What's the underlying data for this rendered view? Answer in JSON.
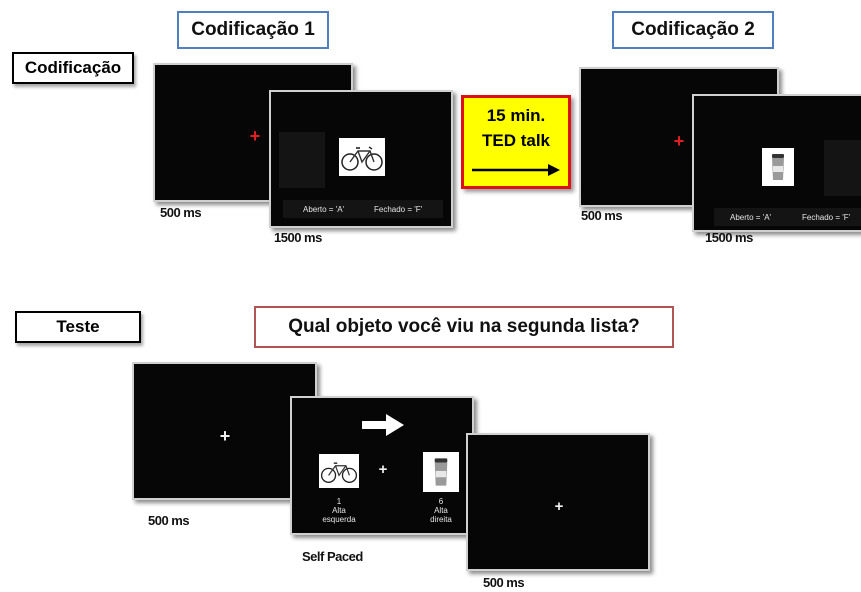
{
  "labels": {
    "codificacao": "Codificação",
    "teste": "Teste"
  },
  "titles": {
    "codificacao_1": "Codificação 1",
    "codificacao_2": "Codificação 2"
  },
  "break_box": {
    "line1": "15 min.",
    "line2": "TED talk"
  },
  "question": "Qual objeto você viu na segunda lista?",
  "encoding": {
    "fixation_cross": "+",
    "fixation_cross_color": "#e02020",
    "prompt_open": "Aberto = 'A'",
    "prompt_closed": "Fechado = 'F'",
    "time_fixation": "500 ms",
    "time_stimulus": "1500 ms"
  },
  "test": {
    "fixation_cross": "+",
    "time_fixation": "500 ms",
    "time_choice": "Self Paced",
    "time_end": "500 ms",
    "left_option": {
      "number": "1",
      "line1": "Alta",
      "line2": "esquerda"
    },
    "right_option": {
      "number": "6",
      "line1": "Alta",
      "line2": "direita"
    },
    "center_cross": "+"
  },
  "colors": {
    "title_border": "#4f7fbf",
    "question_border": "#b05454",
    "break_fill": "#ffff00",
    "break_border": "#e01010"
  }
}
